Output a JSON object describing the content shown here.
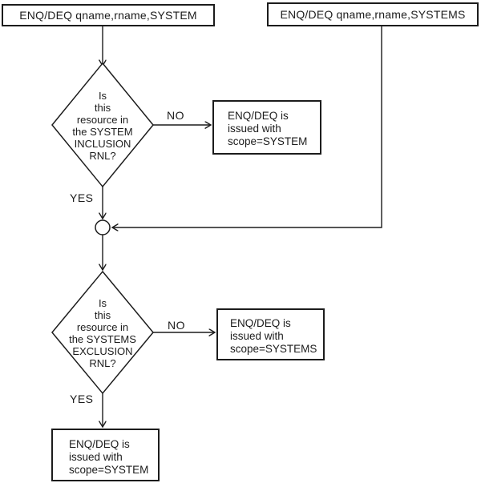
{
  "diagram": {
    "colors": {
      "line": "#1c1c1c",
      "background": "#ffffff"
    },
    "nodes": {
      "entry_left": {
        "label": "ENQ/DEQ qname,rname,SYSTEM"
      },
      "entry_right": {
        "label": "ENQ/DEQ qname,rname,SYSTEMS"
      },
      "decision1": {
        "lines": [
          "Is",
          "this",
          "resource in",
          "the SYSTEM",
          "INCLUSION",
          "RNL?"
        ]
      },
      "result1": {
        "lines": [
          "ENQ/DEQ is",
          "issued with",
          "scope=SYSTEM"
        ]
      },
      "decision2": {
        "lines": [
          "Is",
          "this",
          "resource in",
          "the SYSTEMS",
          "EXCLUSION",
          "RNL?"
        ]
      },
      "result2": {
        "lines": [
          "ENQ/DEQ is",
          "issued with",
          "scope=SYSTEMS"
        ]
      },
      "result3": {
        "lines": [
          "ENQ/DEQ is",
          "issued with",
          "scope=SYSTEM"
        ]
      }
    },
    "edge_labels": {
      "decision1_no": "NO",
      "decision1_yes": "YES",
      "decision2_no": "NO",
      "decision2_yes": "YES"
    }
  }
}
